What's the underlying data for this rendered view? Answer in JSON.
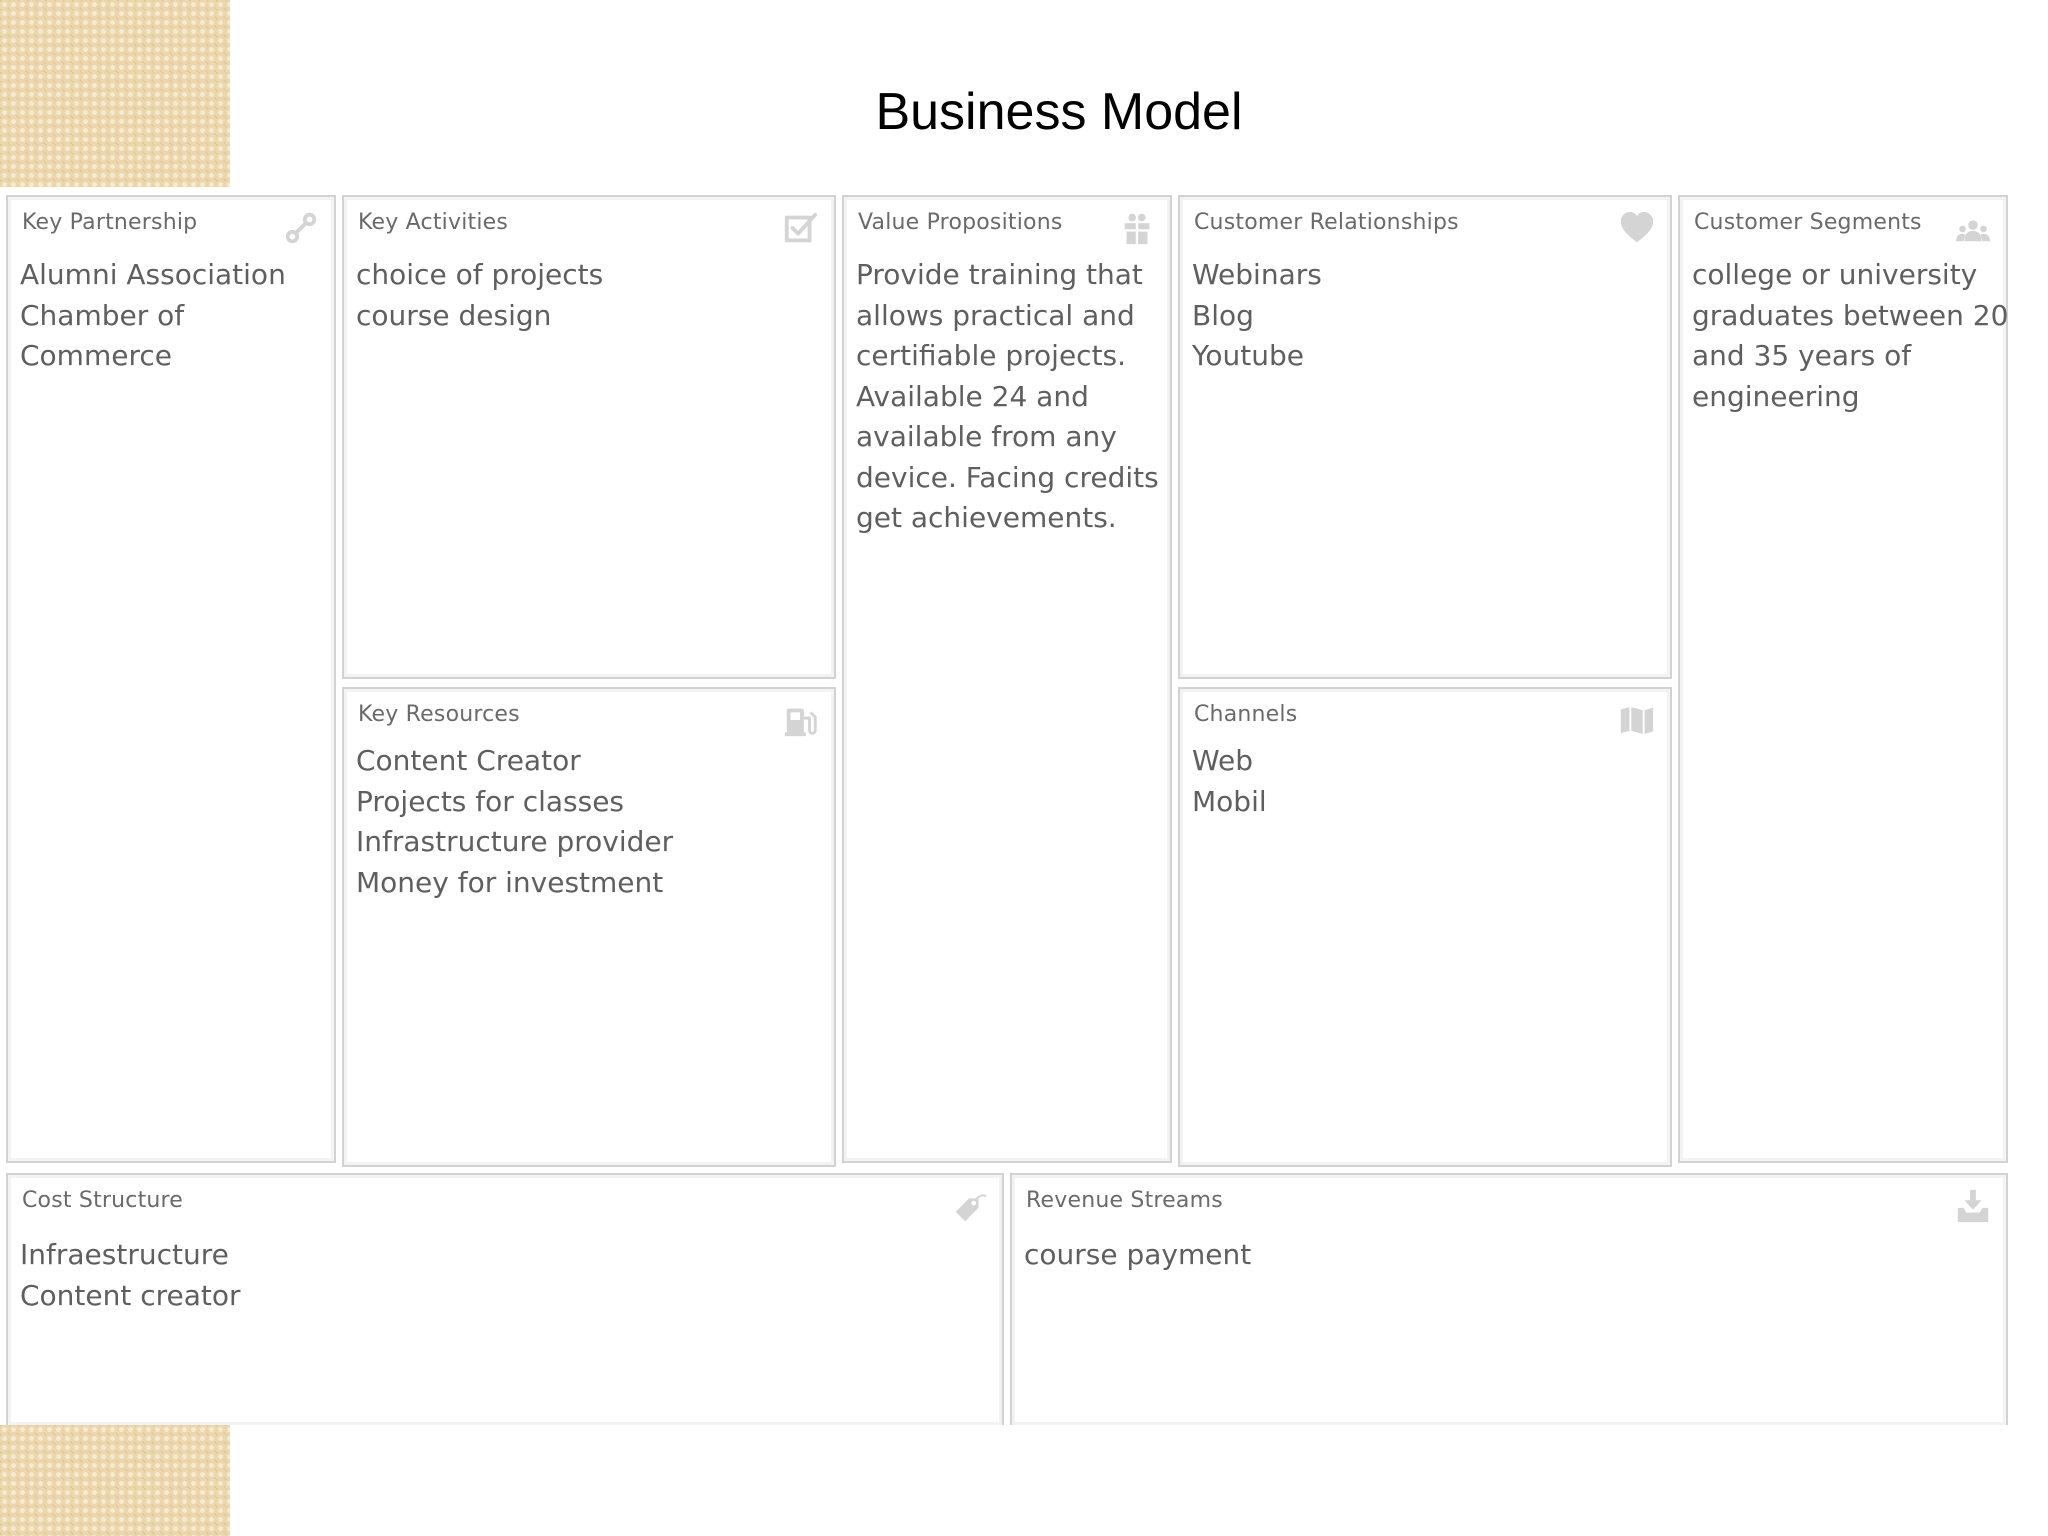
{
  "title": "Business Model",
  "canvas": {
    "key_partnership": {
      "title": "Key Partnership",
      "icon": "link-icon",
      "lines": [
        "Alumni Association",
        "Chamber of",
        "Commerce"
      ]
    },
    "key_activities": {
      "title": "Key Activities",
      "icon": "checkbox-icon",
      "lines": [
        "choice of projects",
        "course design"
      ]
    },
    "key_resources": {
      "title": "Key Resources",
      "icon": "fuel-pump-icon",
      "lines": [
        "Content Creator",
        "Projects for classes",
        "Infrastructure provider",
        "Money for investment"
      ]
    },
    "value_propositions": {
      "title": "Value Propositions",
      "icon": "gift-icon",
      "lines": [
        "Provide training that",
        "allows practical and",
        "certifiable projects.",
        "Available 24 and",
        "available from any",
        "device. Facing credits",
        "get achievements."
      ]
    },
    "customer_relationships": {
      "title": "Customer Relationships",
      "icon": "heart-icon",
      "lines": [
        "Webinars",
        "Blog",
        "Youtube"
      ]
    },
    "channels": {
      "title": "Channels",
      "icon": "map-icon",
      "lines": [
        "Web",
        "Mobil"
      ]
    },
    "customer_segments": {
      "title": "Customer Segments",
      "icon": "users-icon",
      "lines": [
        "college or university",
        "graduates between 20",
        "and 35 years of",
        "engineering"
      ]
    },
    "cost_structure": {
      "title": "Cost Structure",
      "icon": "price-tag-icon",
      "lines": [
        "Infraestructure",
        "Content creator"
      ]
    },
    "revenue_streams": {
      "title": "Revenue Streams",
      "icon": "inbox-download-icon",
      "lines": [
        "course payment"
      ]
    }
  }
}
